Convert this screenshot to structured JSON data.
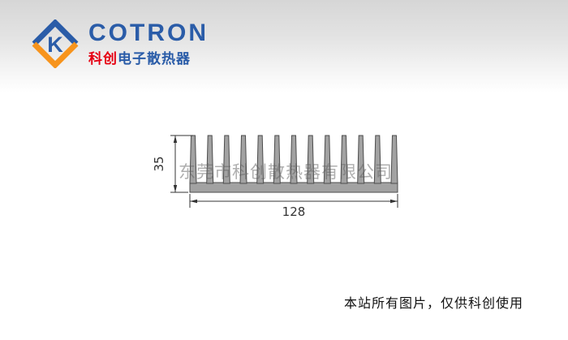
{
  "header": {
    "brand": "COTRON",
    "subtitle_primary": "科创",
    "subtitle_secondary": "电子散热器",
    "logo": {
      "letter": "K"
    },
    "colors": {
      "blue": "#2a5ca8",
      "orange": "#f7941d",
      "red": "#e60012"
    }
  },
  "drawing": {
    "watermark": "东莞市科创散热器有限公司",
    "height_label": "35",
    "width_label": "128",
    "fin_count": 13,
    "colors": {
      "fin_fill": "#a2a2a2",
      "outline": "#4d4d4d",
      "dimension": "#333333"
    }
  },
  "footer": {
    "notice": "本站所有图片，仅供科创使用"
  }
}
